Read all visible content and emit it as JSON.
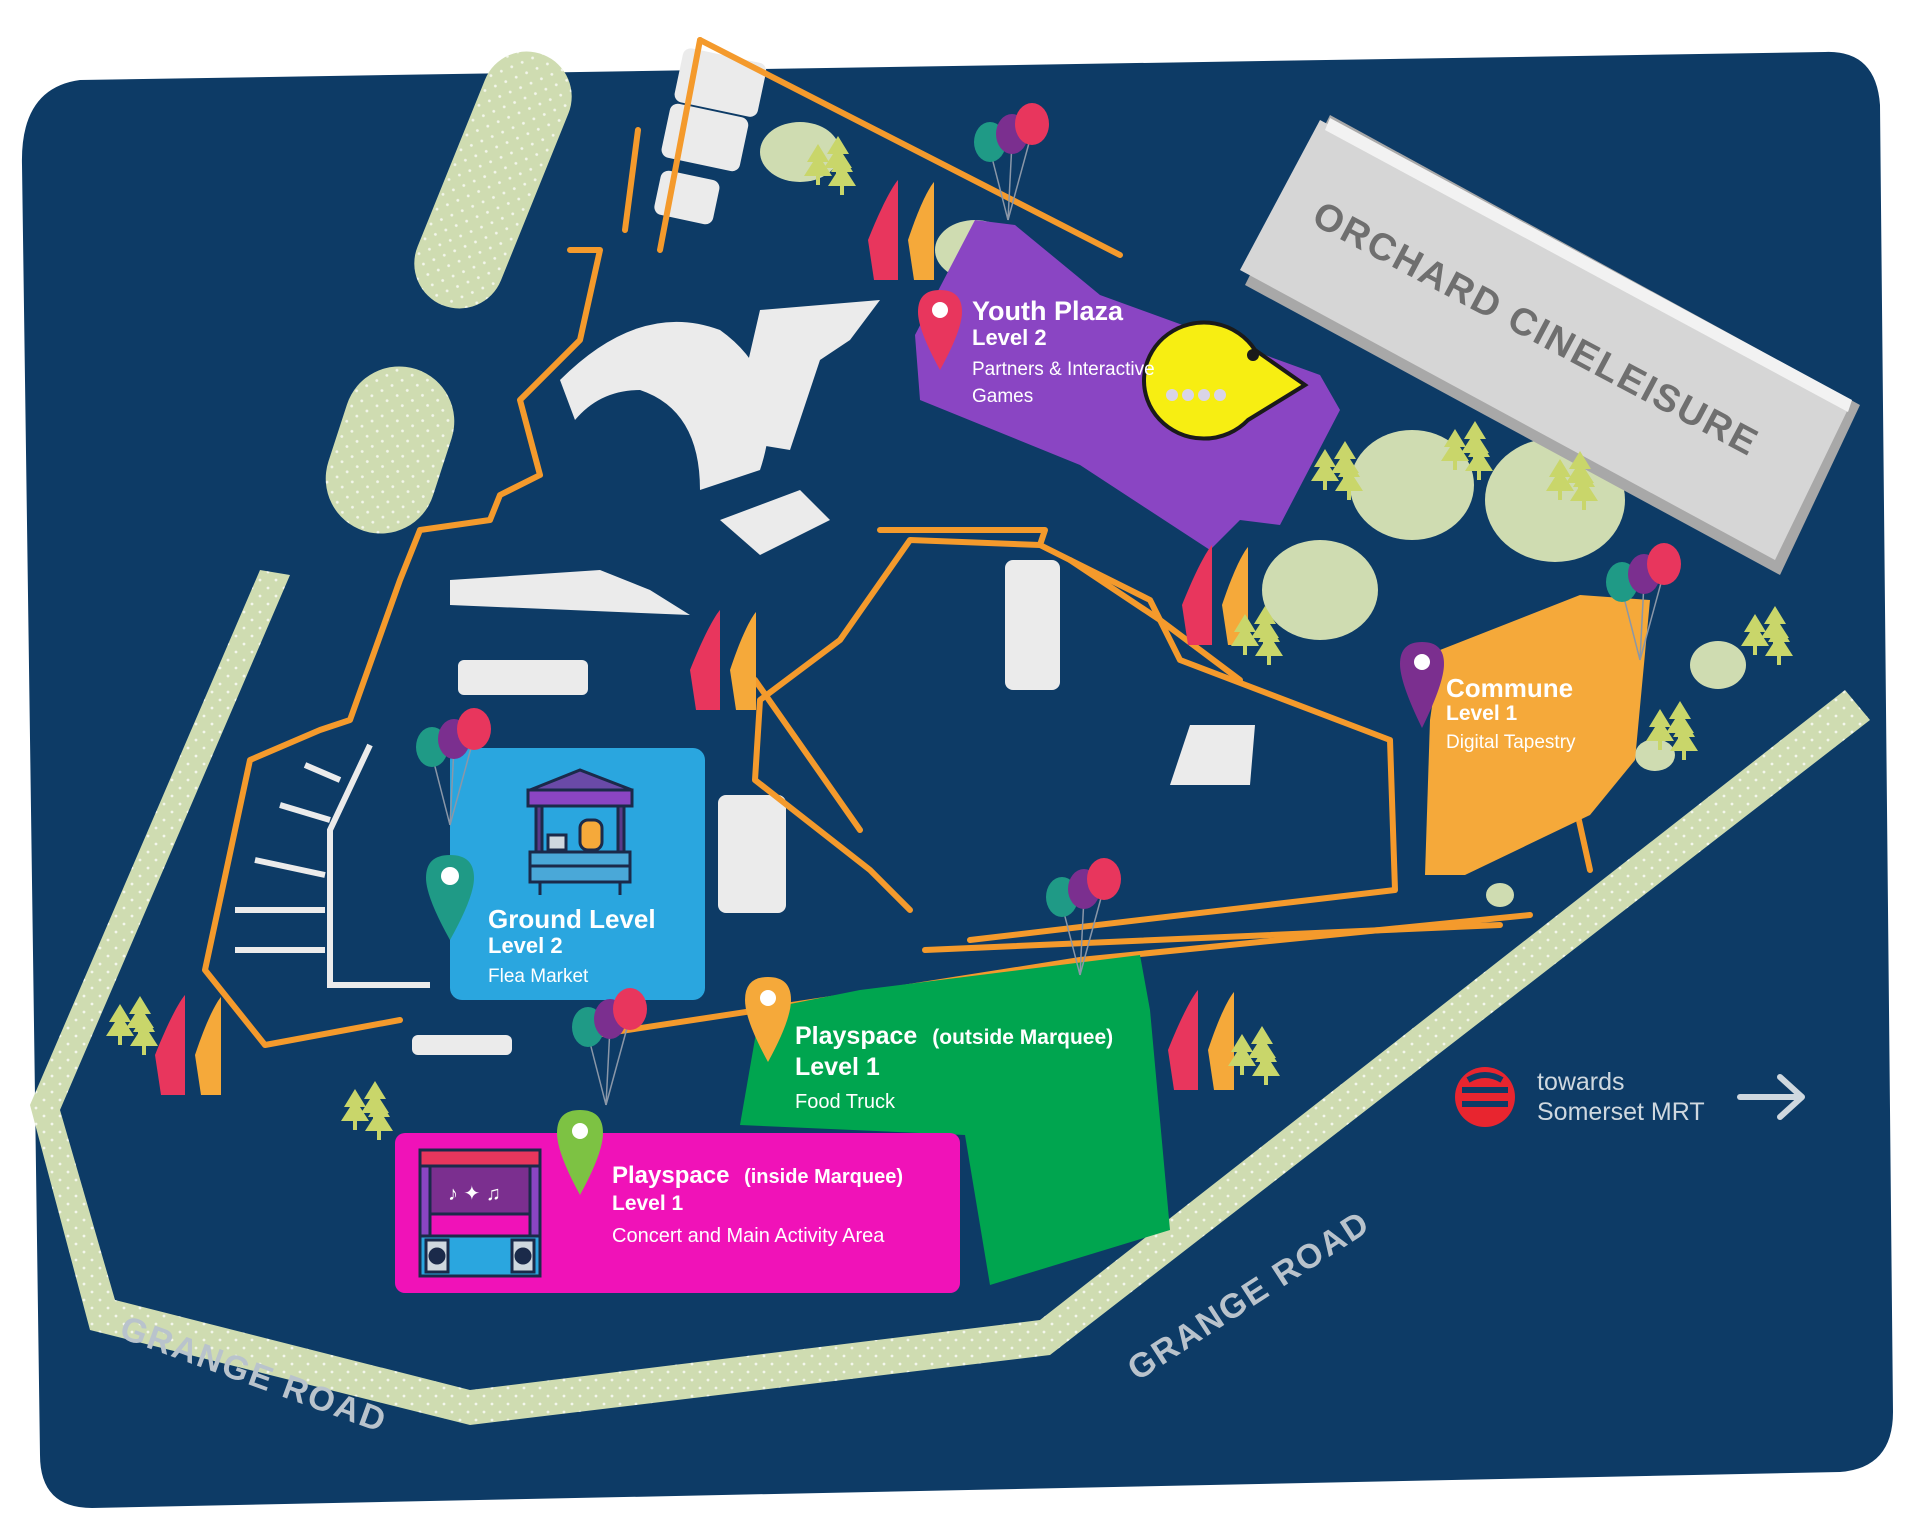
{
  "map": {
    "building_label": "ORCHARD CINELEISURE",
    "road_label_left": "GRANGE ROAD",
    "road_label_right": "GRANGE ROAD",
    "mrt": {
      "line1": "towards",
      "line2": "Somerset MRT",
      "icon": "mrt-logo-icon",
      "arrow": "arrow-right-icon"
    },
    "zones": {
      "youth_plaza": {
        "title": "Youth Plaza",
        "level": "Level 2",
        "desc1": "Partners & Interactive",
        "desc2": "Games",
        "color": "#8a45c3",
        "pin_color": "#e8365d"
      },
      "ground_level": {
        "title": "Ground Level",
        "level": "Level 2",
        "desc": "Flea Market",
        "color": "#2aa6df",
        "pin_color": "#1f9a86"
      },
      "commune": {
        "title": "Commune",
        "level": "Level 1",
        "desc": "Digital Tapestry",
        "color": "#f5a93a",
        "pin_color": "#7b2f8f"
      },
      "playspace_outside": {
        "title": "Playspace",
        "title_suffix": "(outside Marquee)",
        "level": "Level 1",
        "desc": "Food Truck",
        "color": "#00a54f",
        "pin_color": "#f5a93a"
      },
      "playspace_inside": {
        "title": "Playspace",
        "title_suffix": "(inside Marquee)",
        "level": "Level 1",
        "desc": "Concert and Main Activity Area",
        "color": "#f012b8",
        "pin_color": "#7dc243"
      }
    },
    "colors": {
      "background": "#0d3b66",
      "path": "#f49a2c",
      "green": "#cfdcb1",
      "building": "#ebebeb"
    }
  }
}
